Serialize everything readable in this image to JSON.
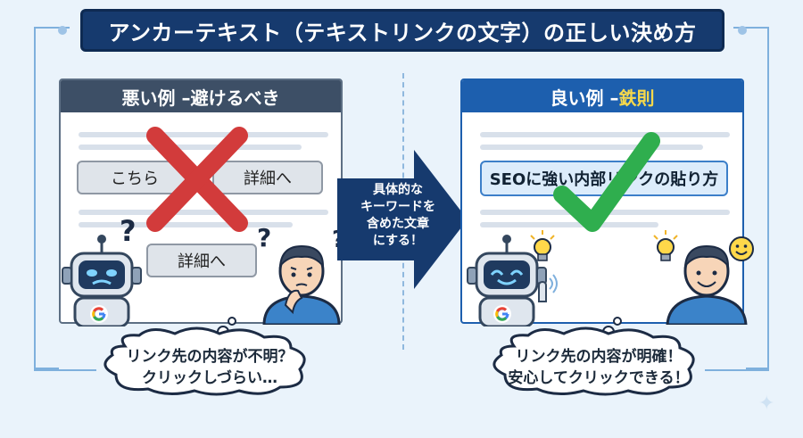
{
  "title": "アンカーテキスト（テキストリンクの文字）の正しい決め方",
  "bad_panel": {
    "header_prefix": "悪い例 – ",
    "header_accent": "避けるべき",
    "link_1": "こちら",
    "link_2": "詳細へ",
    "link_3": "詳細へ",
    "question_mark": "?",
    "bubble_line_1": "リンク先の内容が不明？",
    "bubble_line_2": "クリックしづらい…"
  },
  "arrow": {
    "line_1": "具体的な",
    "line_2": "キーワードを",
    "line_3": "含めた文章",
    "line_4": "にする！"
  },
  "good_panel": {
    "header_prefix": "良い例 – ",
    "header_accent": "鉄則",
    "link": "SEOに強い内部リンクの貼り方",
    "bubble_line_1": "リンク先の内容が明確！",
    "bubble_line_2": "安心してクリックできる！"
  },
  "colors": {
    "title_bg": "#163a6e",
    "bad_header": "#3d4f66",
    "good_header": "#1d5fae",
    "cross": "#d23b3b",
    "check": "#2fae4e",
    "accent_yellow": "#f6d84b"
  },
  "icons": [
    "cross-icon",
    "check-icon",
    "robot-icon",
    "google-icon",
    "person-icon",
    "lightbulb-icon",
    "smiley-icon",
    "question-icon"
  ]
}
